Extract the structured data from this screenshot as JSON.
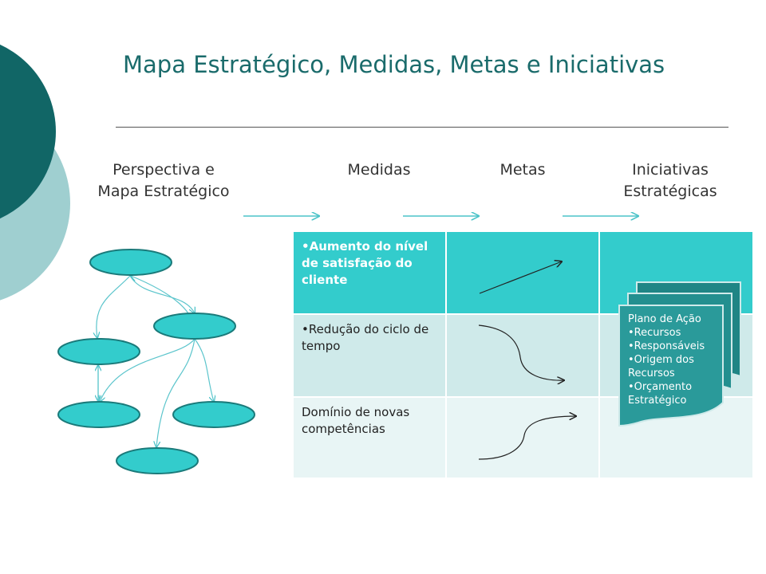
{
  "title": "Mapa Estratégico, Medidas, Metas e Iniciativas",
  "headers": {
    "perspectiva": [
      "Perspectiva e",
      "Mapa Estratégico"
    ],
    "medidas": "Medidas",
    "metas": "Metas",
    "iniciativas": [
      "Iniciativas",
      "Estratégicas"
    ]
  },
  "medidas": [
    "Aumento do nível de satisfação do cliente",
    "Redução do ciclo de tempo",
    "Domínio de novas competências"
  ],
  "plano": {
    "title": "Plano de Ação",
    "items": [
      "Recursos",
      "Responsáveis",
      "Origem dos Recursos",
      "Orçamento Estratégico"
    ]
  },
  "colors": {
    "primary": "#33cccc",
    "dark_teal": "#1a6b6b",
    "row_light": "#cfeaea",
    "row_lighter": "#e8f5f5",
    "doc_fill": "#2a9a9a"
  }
}
